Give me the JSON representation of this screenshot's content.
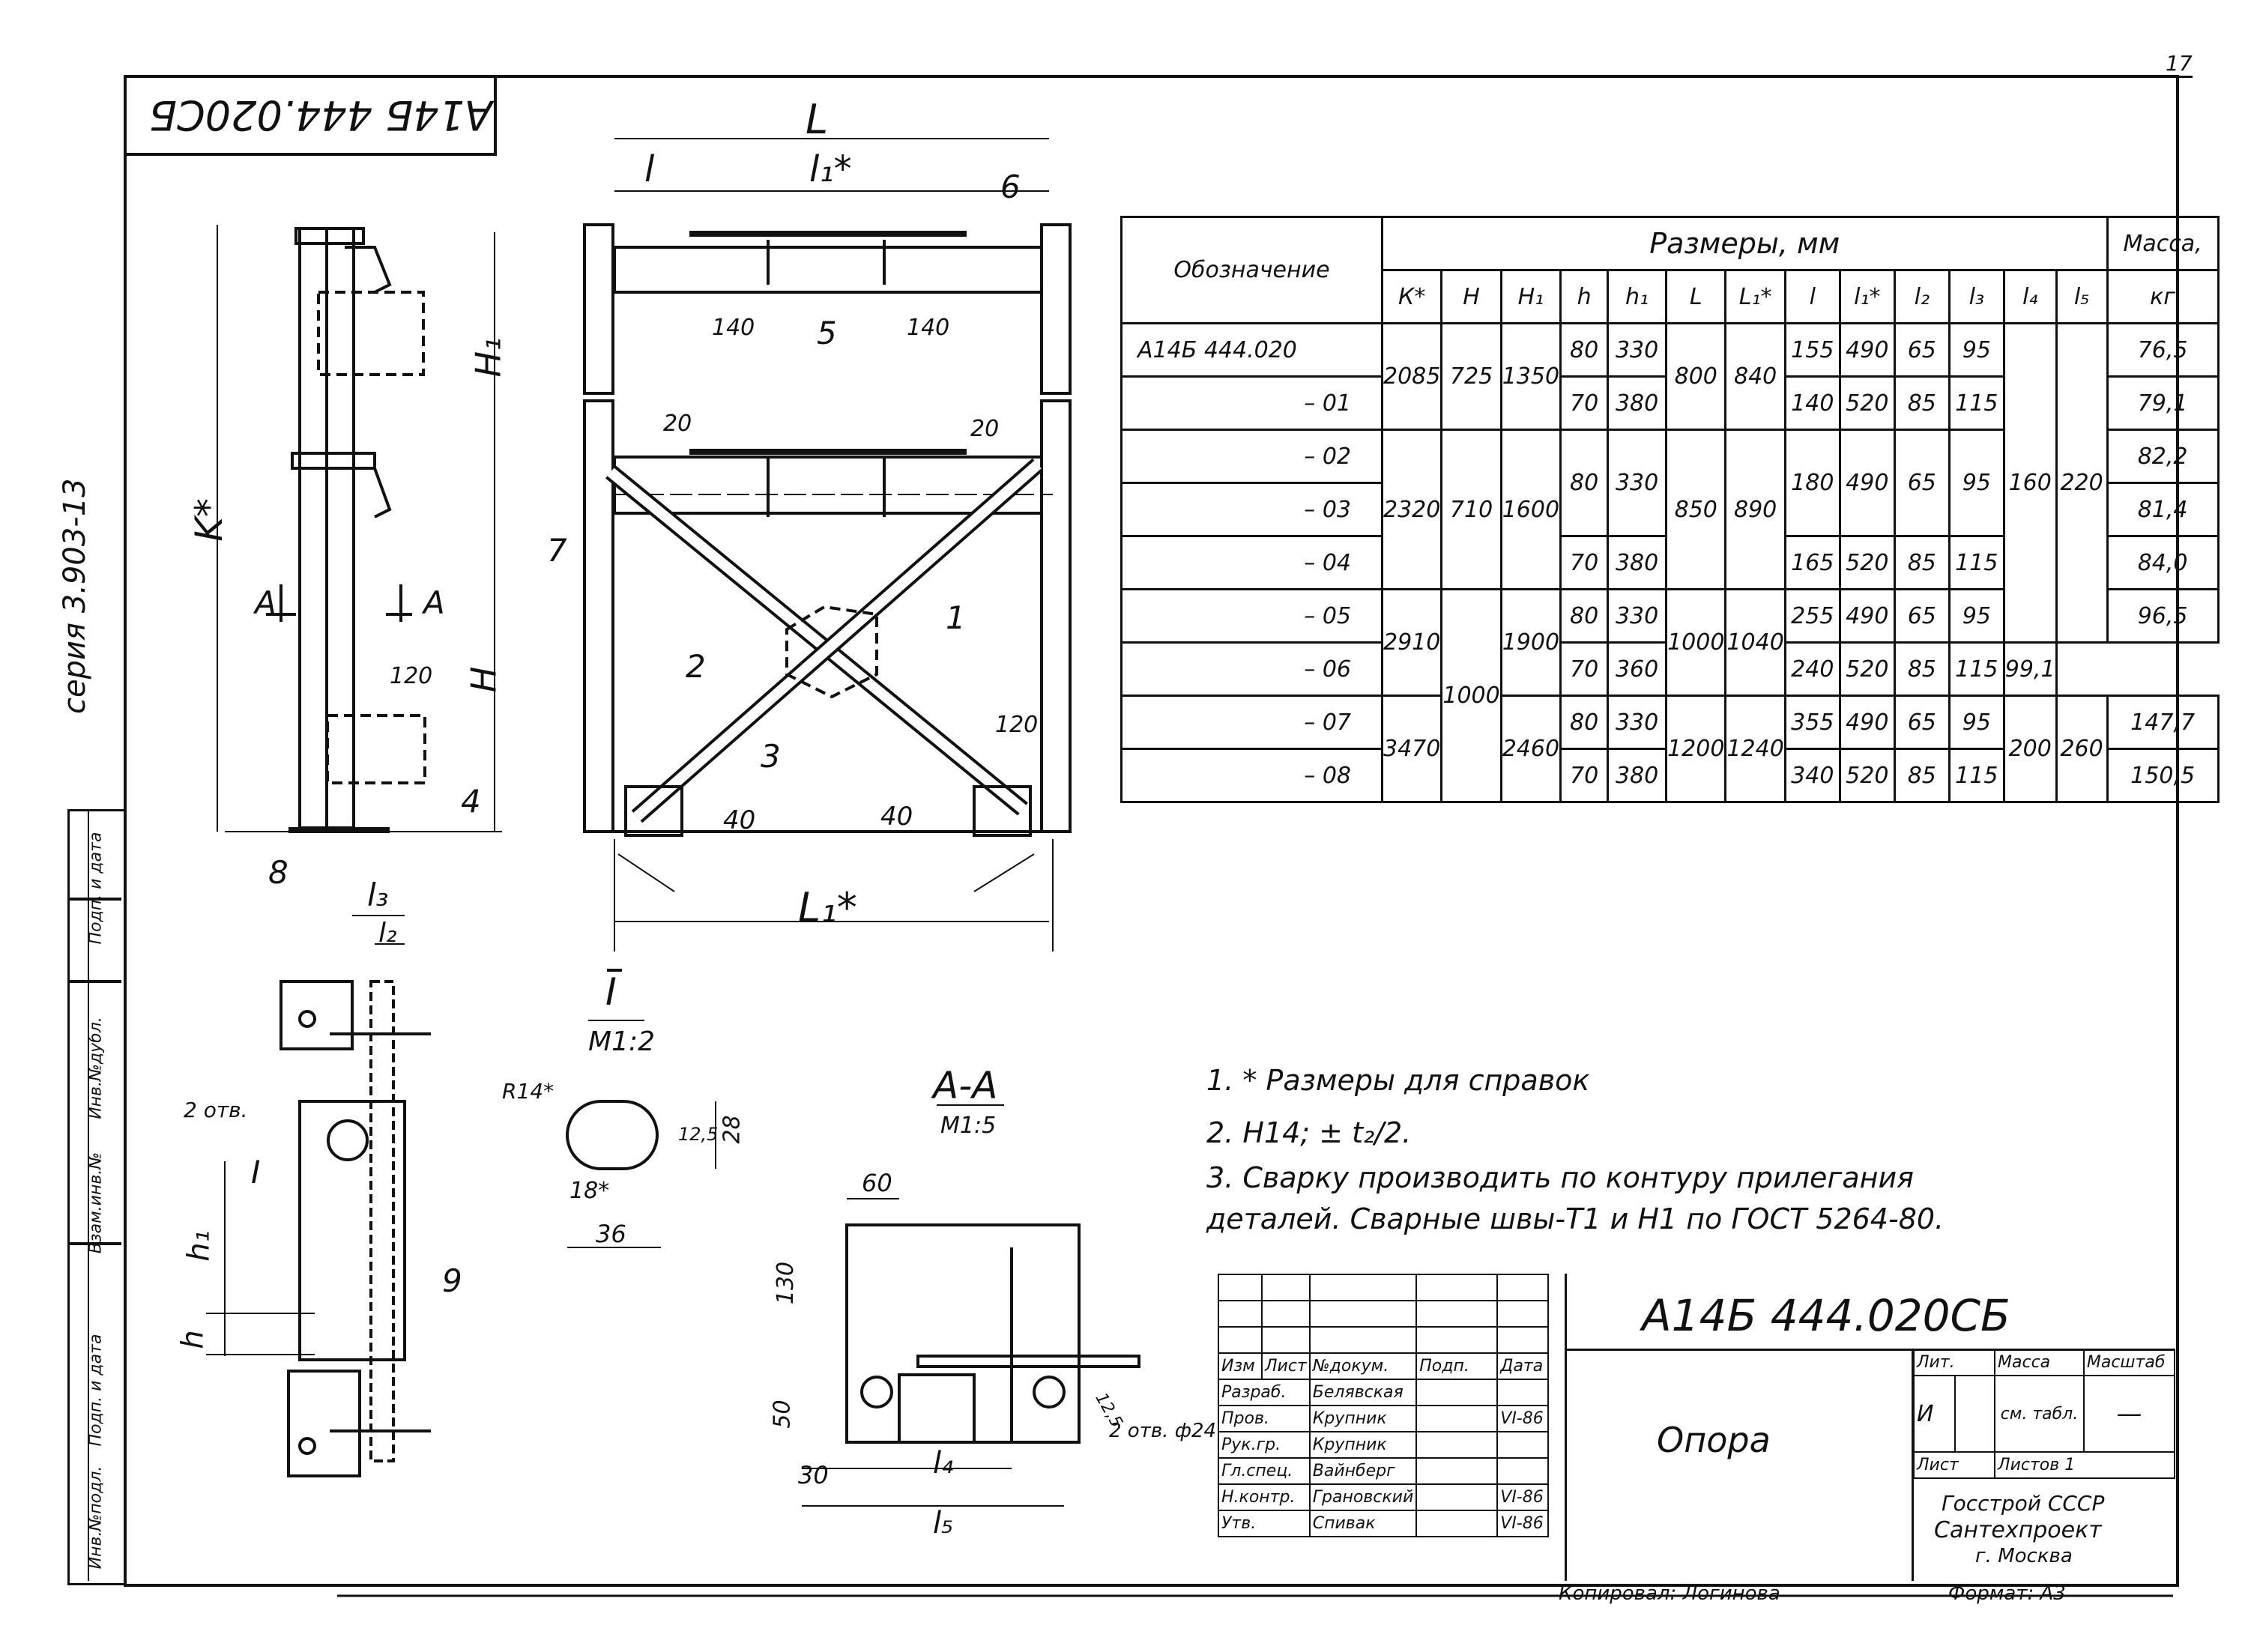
{
  "page_number": "17",
  "series_label": "серия 3.903-13",
  "stamp_code": "А14Б 444.020СБ",
  "side_stamp": [
    "Инв.№подл.",
    "Подп. и дата",
    "Взам.инв.№",
    "Инв.№дубл.",
    "Подп. и дата"
  ],
  "drawing": {
    "dims": {
      "L": "L",
      "l": "l",
      "l1s": "l₁*",
      "K": "K*",
      "H1": "H₁",
      "H": "H",
      "n120a": "120",
      "n120b": "120",
      "n140a": "140",
      "n140b": "140",
      "n20a": "20",
      "n20b": "20",
      "n40a": "40",
      "n40b": "40",
      "L1s": "L₁*",
      "l3": "l₃",
      "l2": "l₂",
      "h1": "h₁",
      "h": "h",
      "otv2": "2 отв.",
      "R14": "R14*",
      "d28": "28",
      "d12": "12,5",
      "d18": "18*",
      "d36": "36",
      "d60": "60",
      "d130": "130",
      "d50": "50",
      "d30": "30",
      "l4": "l₄",
      "l5": "l₅",
      "d125": "12,5",
      "otv24": "2 отв. ф24"
    },
    "positions": [
      "1",
      "2",
      "3",
      "4",
      "5",
      "6",
      "7",
      "8",
      "9"
    ],
    "section_A": "A",
    "view_I": "I",
    "view_I_scale": "М1:2",
    "section_AA": "А-А",
    "section_AA_scale": "М1:5"
  },
  "spec_table": {
    "h_designation": "Обозначение",
    "h_dims": "Размеры, мм",
    "h_mass": "Масса,",
    "h_mass_unit": "кг",
    "cols": [
      "К*",
      "Н",
      "Н₁",
      "h",
      "h₁",
      "L",
      "L₁*",
      "l",
      "l₁*",
      "l₂",
      "l₃",
      "l₄",
      "l₅"
    ],
    "designations": [
      "А14Б 444.020",
      "– 01",
      "– 02",
      "– 03",
      "– 04",
      "– 05",
      "– 06",
      "– 07",
      "– 08"
    ],
    "K": [
      "2085",
      "2320",
      "2910",
      "3470"
    ],
    "H": [
      "725",
      "710",
      "1000"
    ],
    "H1": [
      "1350",
      "1600",
      "1900",
      "2460"
    ],
    "h": [
      "80",
      "70",
      "80",
      "70",
      "80",
      "70",
      "80",
      "70"
    ],
    "h1": [
      "330",
      "380",
      "330",
      "380",
      "330",
      "360",
      "330",
      "380"
    ],
    "L": [
      "800",
      "850",
      "1000",
      "1200"
    ],
    "L1": [
      "840",
      "890",
      "1040",
      "1240"
    ],
    "l": [
      "155",
      "140",
      "180",
      "165",
      "255",
      "240",
      "355",
      "340"
    ],
    "l1": [
      "490",
      "520",
      "490",
      "520",
      "490",
      "520",
      "490",
      "520"
    ],
    "l2": [
      "65",
      "85",
      "65",
      "85",
      "65",
      "85",
      "65",
      "85"
    ],
    "l3": [
      "95",
      "115",
      "95",
      "115",
      "95",
      "115",
      "95",
      "115"
    ],
    "l4": [
      "160",
      "200"
    ],
    "l5": [
      "220",
      "260"
    ],
    "mass": [
      "76,5",
      "79,1",
      "82,2",
      "81,4",
      "84,0",
      "96,5",
      "99,1",
      "147,7",
      "150,5"
    ]
  },
  "notes": [
    "1. * Размеры для справок",
    "2. Н14; ± t₂/2.",
    "3. Сварку производить по контуру прилегания",
    "деталей. Сварные швы-Т1 и Н1 по ГОСТ 5264-80."
  ],
  "title_block": {
    "code": "А14Б 444.020СБ",
    "name": "Опора",
    "hdr_izm": "Изм",
    "hdr_list": "Лист",
    "hdr_doc": "№докум.",
    "hdr_podp": "Подп.",
    "hdr_data": "Дата",
    "roles": [
      "Разраб.",
      "Пров.",
      "Рук.гр.",
      "Гл.спец.",
      "Н.контр.",
      "Утв."
    ],
    "names": [
      "Белявская",
      "Крупник",
      "Крупник",
      "Вайнберг",
      "Грановский",
      "Спивак"
    ],
    "dates": [
      "",
      "VI-86",
      "",
      "",
      "VI-86",
      "VI-86"
    ],
    "lit_h": "Лит.",
    "lit_v": "И",
    "mass_h": "Масса",
    "mass_v": "см. табл.",
    "scale_h": "Масштаб",
    "scale_v": "—",
    "sheet": "Лист",
    "sheets": "Листов 1",
    "org1": "Госстрой СССР",
    "org2": "Сантехпроект",
    "org3": "г. Москва"
  },
  "copied_by": "Копировал: Логинова",
  "format": "Формат: А3"
}
